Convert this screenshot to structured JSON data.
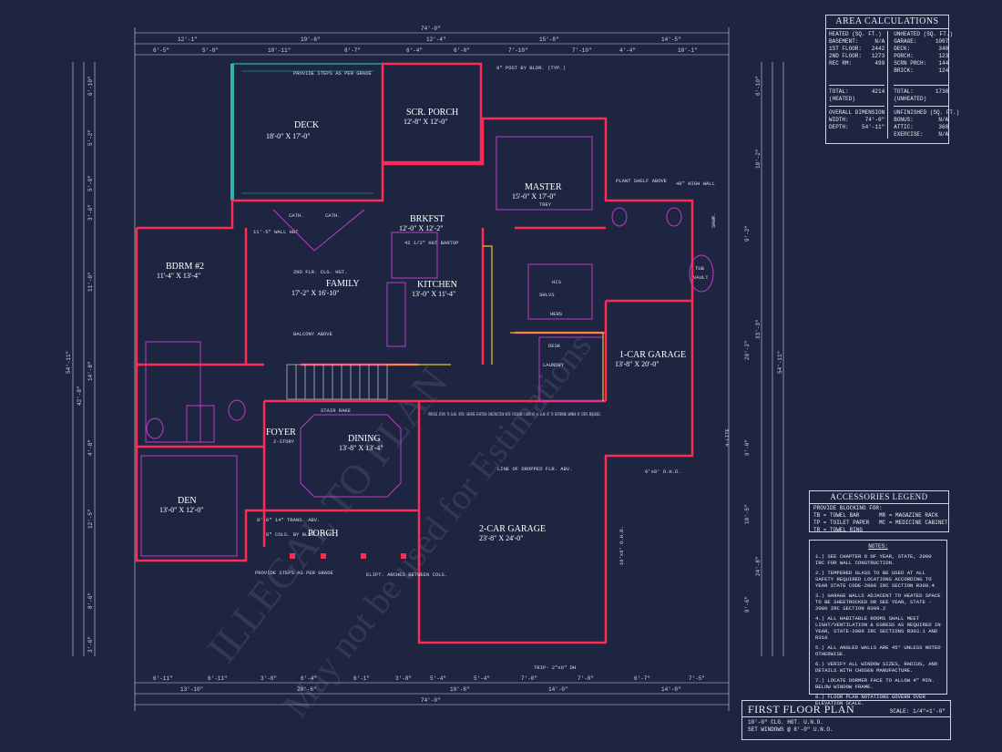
{
  "watermark": {
    "line1": "ILLEGAL TO PLAN",
    "line2": "May not be used for Estimations"
  },
  "top_dims": {
    "overall": "74'-0\"",
    "row2": [
      "12'-1\"",
      "19'-6\"",
      "12'-4\"",
      "15'-8\"",
      "14'-5\""
    ],
    "row3": [
      "6'-5\"",
      "5'-8\"",
      "10'-11\"",
      "8'-7\"",
      "6'-4\"",
      "6'-0\"",
      "7'-10\"",
      "7'-10\"",
      "4'-4\"",
      "10'-1\""
    ]
  },
  "bottom_dims": {
    "row1": [
      "6'-11\"",
      "6'-11\"",
      "3'-8\"",
      "6'-4\"",
      "6'-1\"",
      "3'-8\"",
      "5'-4\"",
      "5'-4\"",
      "7'-0\"",
      "7'-0\"",
      "6'-7\"",
      "7'-5\""
    ],
    "row2": [
      "13'-10\"",
      "20'-6\"",
      "10'-8\"",
      "14'-0\"",
      "14'-0\""
    ],
    "overall": "74'-0\""
  },
  "left_dims": [
    "6'-10\"",
    "5'-2\"",
    "5'-0\"",
    "3'-6\"",
    "11'-0\"",
    "14'-8\"",
    "4'-8\"",
    "12'-5\"",
    "8'-6\"",
    "3'-0\"",
    "42'-8\"",
    "54'-11\""
  ],
  "right_dims": [
    "6'-10\"",
    "10'-2\"",
    "9'-2\"",
    "33'-3\"",
    "20'-2\"",
    "9'-0\"",
    "10'-5\"",
    "24'-8\"",
    "9'-6\"",
    "54'-11\""
  ],
  "rooms": {
    "deck": {
      "name": "DECK",
      "dims": "18'-0\" X 17'-0\""
    },
    "scr_porch": {
      "name": "SCR. PORCH",
      "dims": "12'-8\" X 12'-0\""
    },
    "master": {
      "name": "MASTER",
      "dims": "15'-0\" X 17'-0\"",
      "note": "TREY"
    },
    "brkfst": {
      "name": "BRKFST",
      "dims": "12'-0\" X 12'-2\""
    },
    "family": {
      "name": "FAMILY",
      "dims": "17'-2\" X 16'-10\""
    },
    "bdrm2": {
      "name": "BDRM #2",
      "dims": "11'-4\" X 13'-4\""
    },
    "kitchen": {
      "name": "KITCHEN",
      "dims": "13'-0\" X 11'-4\""
    },
    "garage1": {
      "name": "1-CAR GARAGE",
      "dims": "13'-8\" X 20'-0\""
    },
    "foyer": {
      "name": "FOYER",
      "dims": "2-STORY"
    },
    "dining": {
      "name": "DINING",
      "dims": "13'-8\" X 13'-4\""
    },
    "den": {
      "name": "DEN",
      "dims": "13'-0\" X 12'-0\""
    },
    "porch": {
      "name": "PORCH"
    },
    "garage2": {
      "name": "2-CAR GARAGE",
      "dims": "23'-8\" X 24'-0\""
    }
  },
  "plan_notes": {
    "provide_steps_top": "PROVIDE STEPS AS PER GRADE",
    "post": "8\" POST BY BLDR. (TYP.)",
    "cath": "CATH.",
    "wall_hgt": "11'-5\" WALL HGT",
    "balcony_above": "BALCONY ABOVE",
    "second_flr": "2ND FLR. CLG. HGT.",
    "bartop": "42 1/2\" HGT BARTOP",
    "his": "HIS",
    "hers": "HERS",
    "shlvs": "SHLVS",
    "laundry": "LAUNDRY",
    "desk": "DESK",
    "steps_to_slab": "PROVIDE STEPS TO SLAB. NOTE: BEFORE STARTING CONSTRUCTION NOTE FINISHED FLOOR HT vs SLAB HT TO DETERMINE NUMBER OF STEPS REQUIRED.",
    "dropped_flr": "LINE OF DROPPED FLR. ABV.",
    "trans": "8'-0\" 14\" TRANS. ABV.",
    "cols": "8\" COLS. BY BLDR. (TYP.)",
    "provide_steps_bottom": "PROVIDE STEPS AS PER GRADE",
    "arches": "ELIPT. ARCHES BETWEEN COLS.",
    "trip": "TRIP- 2\"x6\" DH",
    "stair_rake": "STAIR RAKE",
    "ohd": "9'x8' O.H.D.",
    "ohd2": "16'x8' O.H.D.",
    "lite": "4-LITE",
    "tub": "TUB",
    "vault": "VAULT",
    "shwr": "SHWR.",
    "wall_hgh": "48\" HIGH WALL",
    "shelf": "PLANT SHELF ABOVE"
  },
  "area_calc": {
    "title": "AREA CALCULATIONS",
    "heated_header": "HEATED (SQ. FT.)",
    "unheated_header": "UNHEATED (SQ. FT.)",
    "heated": [
      [
        "BASEMENT:",
        "N/A"
      ],
      [
        "1ST FLOOR:",
        "2442"
      ],
      [
        "2ND FLOOR:",
        "1273"
      ],
      [
        "REC RM:",
        "499"
      ]
    ],
    "unheated": [
      [
        "GARAGE:",
        "1007"
      ],
      [
        "DECK:",
        "340"
      ],
      [
        "PORCH:",
        "123"
      ],
      [
        "SCRN PRCH:",
        "144"
      ],
      [
        "BRICK:",
        "124"
      ]
    ],
    "total_heated": [
      "TOTAL:",
      "4214"
    ],
    "total_heated_sub": "(HEATED)",
    "total_unheated": [
      "TOTAL:",
      "1738"
    ],
    "total_unheated_sub": "(UNHEATED)",
    "overall_header": "OVERALL DIMENSION",
    "overall": [
      [
        "WIDTH:",
        "74'-0\""
      ],
      [
        "DEPTH:",
        "54'-11\""
      ]
    ],
    "unfinished_header": "UNFINISHED (SQ. FT.)",
    "unfinished": [
      [
        "BONUS:",
        "N/A"
      ],
      [
        "ATTIC:",
        "368"
      ],
      [
        "EXERCISE:",
        "N/A"
      ]
    ]
  },
  "accessories": {
    "title": "ACCESSORIES LEGEND",
    "intro": "PROVIDE BLOCKING FOR:",
    "lines": [
      "TB = TOWEL BAR      MR = MAGAZINE RACK",
      "TP = TOILET PAPER   MC = MEDICINE CABINET",
      "TR = TOWEL RING"
    ]
  },
  "notes": {
    "title": "NOTES:",
    "items": [
      "1.) SEE CHAPTER 6 OF YEAR, STATE, 2000 IRC FOR WALL CONSTRUCTION.",
      "2.) TEMPERED GLASS TO BE USED AT ALL SAFETY REQUIRED LOCATIONS ACCORDING TO YEAR STATE CODE-2000 IRC SECTION R308.4",
      "3.) GARAGE WALLS ADJACENT TO HEATED SPACE TO BE SHEETROCKED OR SEE YEAR, STATE - 2000 IRC SECTION R309.2",
      "4.) ALL HABITABLE ROOMS SHALL MEET LIGHT/VENTILATION & EGRESS AS REQUIRED IN YEAR, STATE-2000 IRC SECTIONS R303.1 AND R310",
      "5.) ALL ANGLED WALLS ARE 45° UNLESS NOTED OTHERWISE.",
      "6.) VERIFY ALL WINDOW SIZES, RADIUS, AND DETAILS WITH CHOSEN MANUFACTURE.",
      "7.) LOCATE DORMER FACE TO ALLOW 4\" MIN. BELOW WINDOW FRAME.",
      "8.) FLOOR PLAN NOTATIONS GOVERN OVER ELEVATION SCALE."
    ]
  },
  "title_block": {
    "title": "FIRST FLOOR PLAN",
    "scale": "SCALE: 1/4\"=1'-0\"",
    "line1": "10'-0\" CLG. HGT. U.N.O.",
    "line2": "SET WINDOWS @ 8'-0\" U.N.O."
  },
  "colors": {
    "background": "#1d2540",
    "wall": "#ff2b55",
    "line": "#e8ecf4",
    "fixture": "#c03cc8",
    "deck": "#2fb5b0",
    "dim": "#cfd6e6"
  }
}
